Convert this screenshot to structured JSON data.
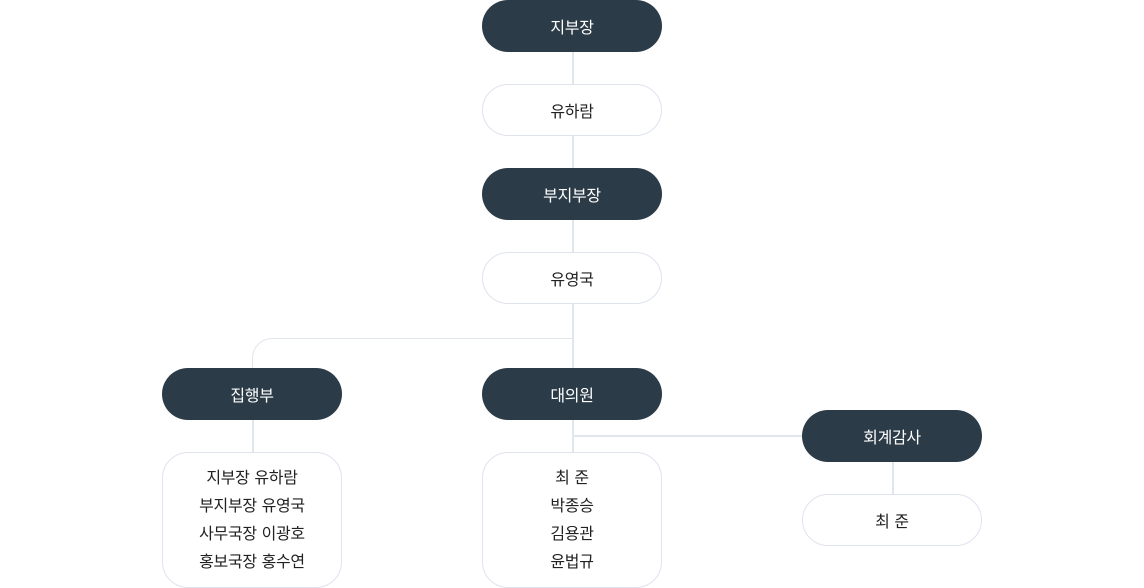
{
  "chart": {
    "branch_head": {
      "title": "지부장",
      "name": "유하람"
    },
    "deputy_head": {
      "title": "부지부장",
      "name": "유영국"
    },
    "executive": {
      "title": "집행부",
      "members": [
        "지부장 유하람",
        "부지부장 유영국",
        "사무국장 이광호",
        "홍보국장 홍수연"
      ]
    },
    "delegates": {
      "title": "대의원",
      "members": [
        "최 준",
        "박종승",
        "김용관",
        "윤법규"
      ]
    },
    "audit": {
      "title": "회계감사",
      "name": "최 준"
    }
  },
  "colors": {
    "dark_node": "#2b3b47",
    "connector": "#e1e5ee",
    "border": "#dfe3ee"
  }
}
